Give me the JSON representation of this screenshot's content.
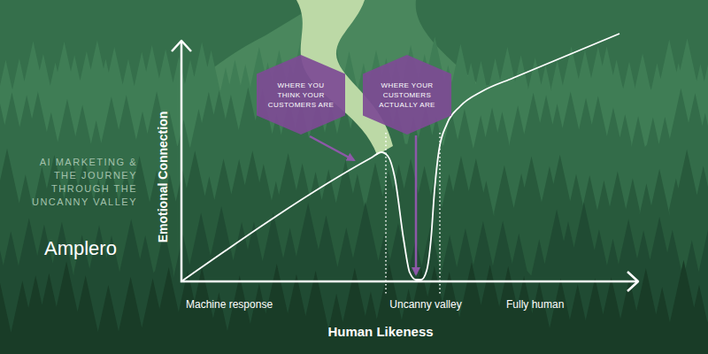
{
  "diagram": {
    "title": "AI MARKETING & THE JOURNEY THROUGH THE UNCANNY VALLEY",
    "nodes": [
      {
        "text": [
          "WHERE YOU THINK YOUR CUSTOMERS ARE"
        ]
      },
      {
        "text": [
          "WHERE YOUR CUSTOMERS ACTUALLY ARE"
        ]
      }
    ],
    "labels": [
      "Amplero",
      "Emotional Connection",
      "Machine response",
      "Uncanny valley",
      "Fully human",
      "Human Likeness"
    ]
  }
}
